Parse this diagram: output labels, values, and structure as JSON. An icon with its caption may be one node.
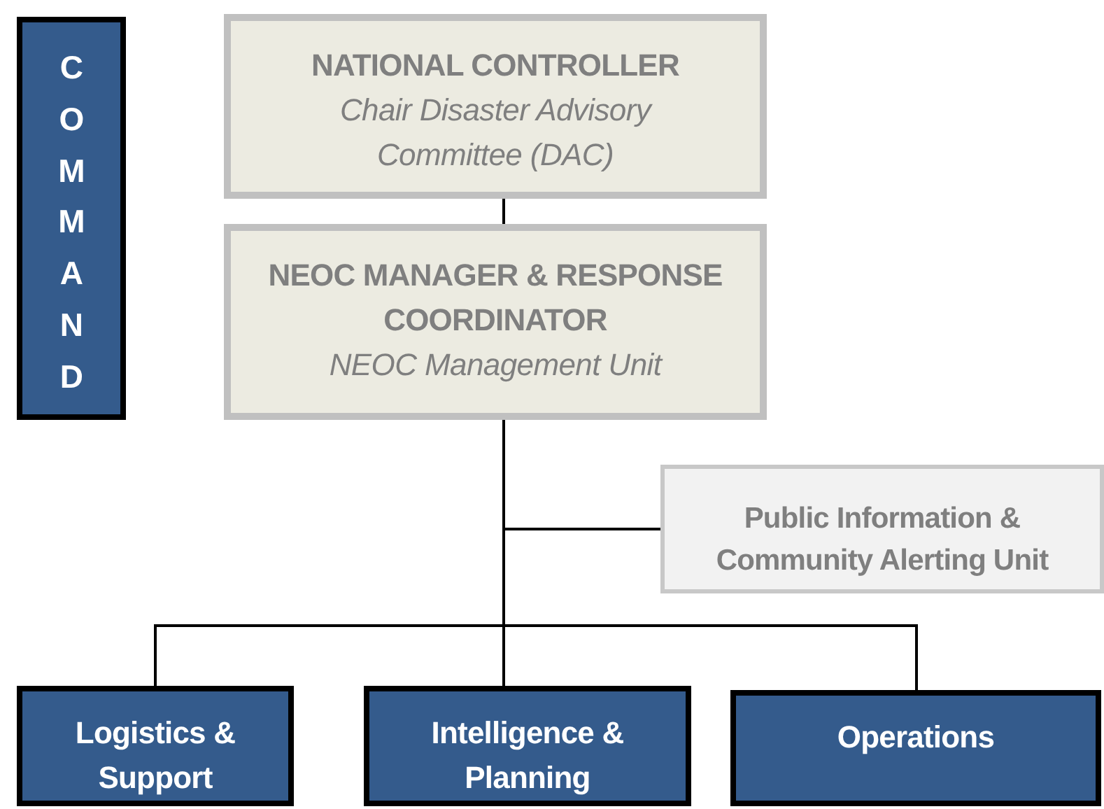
{
  "diagram": {
    "nodes": [
      {
        "text": [
          "COMMAND"
        ]
      },
      {
        "text": [
          "NATIONAL CONTROLLER",
          "Chair Disaster Advisory Committee (DAC)"
        ]
      },
      {
        "text": [
          "NEOC MANAGER & RESPONSE COORDINATOR",
          "NEOC Management Unit"
        ]
      },
      {
        "text": [
          "Public Information & Community Alerting Unit"
        ]
      },
      {
        "text": [
          "Logistics & Support"
        ]
      },
      {
        "text": [
          "Intelligence & Planning"
        ]
      },
      {
        "text": [
          "Operations"
        ]
      }
    ],
    "edges": [
      {
        "from": 1,
        "to": 2,
        "arrow": "none"
      },
      {
        "from": 2,
        "to": 3,
        "arrow": "none"
      },
      {
        "from": 2,
        "to": 4,
        "arrow": "none"
      },
      {
        "from": 2,
        "to": 5,
        "arrow": "none"
      },
      {
        "from": 2,
        "to": 6,
        "arrow": "none"
      }
    ]
  }
}
